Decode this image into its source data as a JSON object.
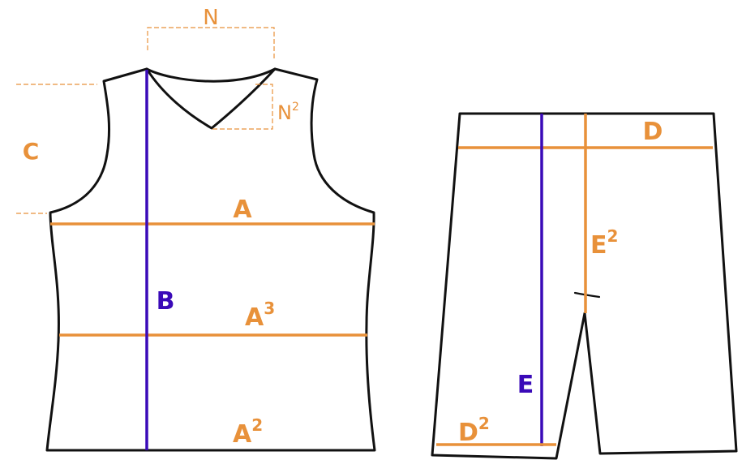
{
  "colors": {
    "outline": "#111111",
    "accent": "#e8913a",
    "primary": "#3a0ab8"
  },
  "top": {
    "neck_width_label": "N",
    "neck_depth_label": "N",
    "neck_depth_sup": "2",
    "armhole_label": "C",
    "chest_label": "A",
    "length_label": "B",
    "waist_label": "A",
    "waist_sup": "3",
    "hem_label": "A",
    "hem_sup": "2"
  },
  "shorts": {
    "waistband_label": "D",
    "rise_label": "E",
    "rise_sup": "2",
    "outseam_label": "E",
    "leg_opening_label": "D",
    "leg_opening_sup": "2"
  }
}
